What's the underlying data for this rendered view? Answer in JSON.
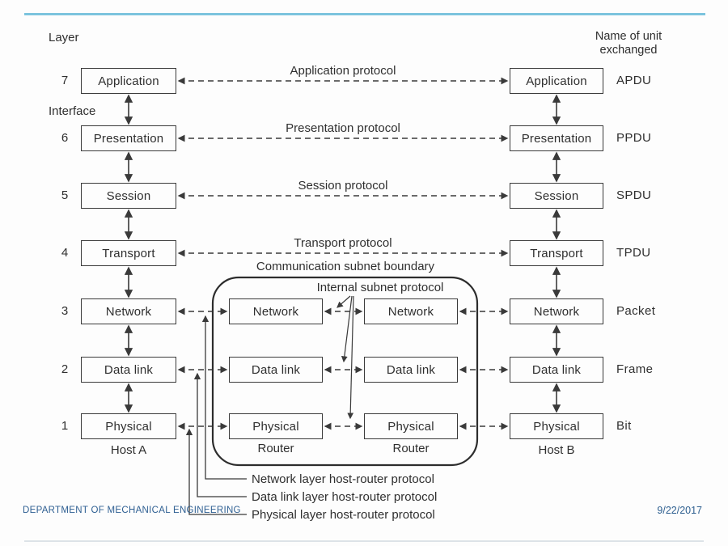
{
  "header": {
    "layer": "Layer",
    "interface": "Interface",
    "unit_line1": "Name of unit",
    "unit_line2": "exchanged"
  },
  "layers": [
    {
      "num": "7",
      "name": "Application",
      "unit": "APDU",
      "protocol": "Application protocol"
    },
    {
      "num": "6",
      "name": "Presentation",
      "unit": "PPDU",
      "protocol": "Presentation protocol"
    },
    {
      "num": "5",
      "name": "Session",
      "unit": "SPDU",
      "protocol": "Session protocol"
    },
    {
      "num": "4",
      "name": "Transport",
      "unit": "TPDU",
      "protocol": "Transport protocol"
    },
    {
      "num": "3",
      "name": "Network",
      "unit": "Packet"
    },
    {
      "num": "2",
      "name": "Data link",
      "unit": "Frame"
    },
    {
      "num": "1",
      "name": "Physical",
      "unit": "Bit"
    }
  ],
  "subnet": {
    "boundary_label": "Communication subnet boundary",
    "internal_label": "Internal subnet protocol"
  },
  "columns": {
    "host_a": "Host A",
    "host_b": "Host B",
    "router": "Router"
  },
  "legend": {
    "network": "Network layer host-router protocol",
    "data_link": "Data link layer host-router protocol",
    "physical": "Physical layer host-router protocol"
  },
  "footer": {
    "department": "DEPARTMENT OF MECHANICAL ENGINEERING",
    "date": "9/22/2017"
  },
  "colors": {
    "accent_line": "#7cc4de",
    "footer_text": "#2e5f92",
    "diagram_ink": "#3a3a3a"
  }
}
